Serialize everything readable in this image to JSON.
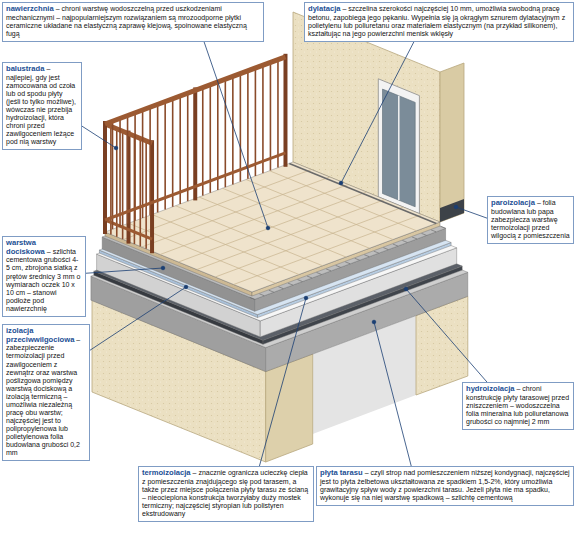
{
  "diagram": {
    "nodes": [
      {
        "text": [
          "nawierzchnia",
          "– chroni warstwę wodoszczelną przed uszkodzeniami mechanicznymi – najpopularniejszym rozwiązaniem są mrozoodporne płytki ceramiczne układane na elastyczną zaprawę klejową, spoinowane elastyczną fugą"
        ]
      },
      {
        "text": [
          "dylatacja",
          "– szczelina szerokości najczęściej 10 mm, umożliwia swobodną pracę betonu, zapobiega jego pękaniu. Wypełnia się ją okrągłym sznurem dylatacyjnym z polietylenu lub poliuretanu oraz materiałem elastycznym (na przykład silikonem), kształtując na jego powierzchni menisk wklęsły"
        ]
      },
      {
        "text": [
          "balustrada",
          "– najlepiej, gdy jest zamocowana od czoła lub od spodu płyty (jeśli to tylko możliwe), wówczas nie przebija hydroizolacji, która chroni przed zawilgoceniem leżące pod nią warstwy"
        ]
      },
      {
        "text": [
          "paroizolacja",
          "– folia budowlana lub papa zabezpiecza warstwę termoizolacji przed wilgocią z pomieszczenia"
        ]
      },
      {
        "text": [
          "warstwa dociskowa",
          "– szlichta cementowa grubości 4-5 cm, zbrojona siatką z prętów średnicy 3 mm o wymiarach oczek 10 x 10 cm – stanowi podłoże pod nawierzchnię"
        ]
      },
      {
        "text": [
          "izolacja przeciwwilgociowa",
          "– zabezpieczenie termoizolacji przed zawilgoceniem z zewnątrz oraz warstwa poślizgowa pomiędzy warstwą dociskową a izolacją termiczną – umożliwia niezależną pracę obu warstw; najczęściej jest to polipropylenowa lub polietylenowa folia budowlana grubości 0,2 mm"
        ]
      },
      {
        "text": [
          "hydroizolacja",
          "– chroni konstrukcję płyty tarasowej przed zniszczeniem – wodoszczelna folia mineralna lub poliuretanowa grubości co najmniej 2 mm"
        ]
      },
      {
        "text": [
          "termoizolacja",
          "– znacznie ogranicza ucieczkę ciepła z pomieszczenia znajdującego się pod tarasem, a także przez miejsce połączenia płyty tarasu ze ścianą – nieocieplona konstrukcja tworzyłaby duży mostek termiczny; najczęściej styropian lub polistyren ekstrudowany"
        ]
      },
      {
        "text": [
          "płyta tarasu",
          "– czyli strop nad pomieszczeniem niższej kondygnacji, najczęściej jest to płyta żelbetowa ukształtowana ze spadkiem 1,5-2%, który umożliwia grawitacyjny spływ wody z powierzchni tarasu. Jeżeli płyta nie ma spadku, wykonuje się na niej warstwę spadkową – szlichtę cementową"
        ]
      }
    ]
  }
}
